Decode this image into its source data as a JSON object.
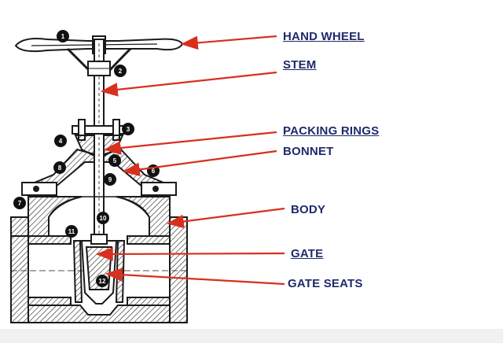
{
  "labels": {
    "hand_wheel": "HAND WHEEL",
    "stem": "STEM",
    "packing_rings": "PACKING RINGS",
    "bonnet": "BONNET",
    "body": "BODY",
    "gate": "GATE",
    "gate_seats": "GATE SEATS"
  },
  "part_numbers": [
    "1",
    "2",
    "3",
    "4",
    "5",
    "6",
    "7",
    "8",
    "9",
    "10",
    "11",
    "12"
  ],
  "colors": {
    "label_text": "#1f2a6b",
    "arrow": "#d8301e",
    "drawing": "#1a1a1a",
    "badge": "#111111"
  }
}
